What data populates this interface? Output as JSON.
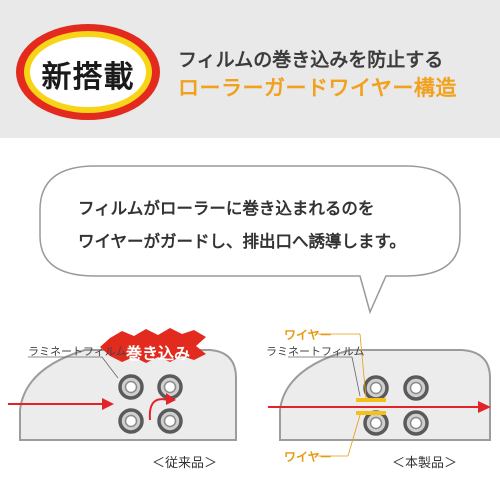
{
  "header": {
    "badge": "新搭載",
    "headline_line1": "フィルムの巻き込みを防止する",
    "headline_line2": "ローラーガードワイヤー構造"
  },
  "bubble": {
    "line1": "フィルムがローラーに巻き込まれるのを",
    "line2": "ワイヤーがガードし、排出口へ誘導します。"
  },
  "diagram_old": {
    "film_label": "ラミネートフィルム",
    "jam_label": "巻き込み",
    "caption": "＜従来品＞"
  },
  "diagram_new": {
    "film_label": "ラミネートフィルム",
    "wire_label_top": "ワイヤー",
    "wire_label_bottom": "ワイヤー",
    "caption": "＜本製品＞"
  },
  "colors": {
    "header_bg": "#e9e9e9",
    "accent_orange": "#f2a11e",
    "badge_red": "#e22a1f",
    "badge_yellow": "#f7d417",
    "arrow_red": "#e0242a",
    "wire_yellow": "#f3c21a"
  }
}
